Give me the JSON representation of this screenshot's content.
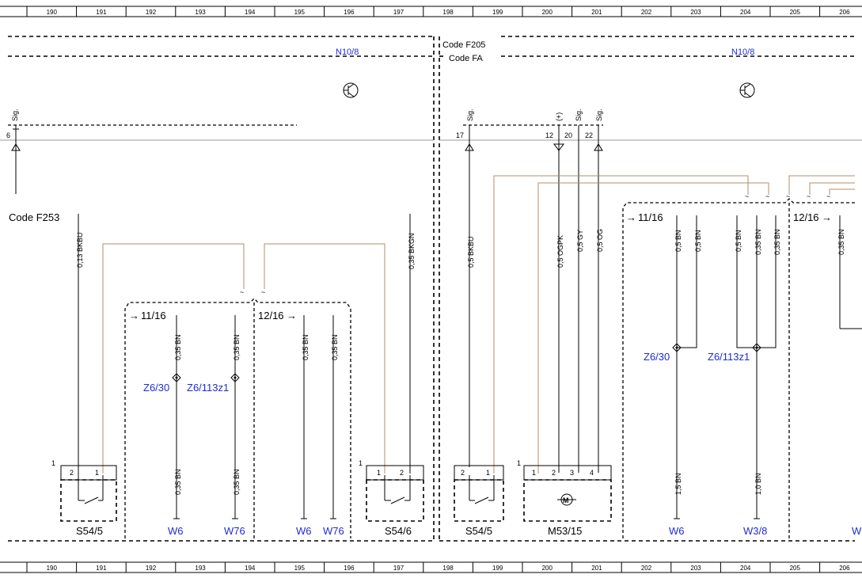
{
  "ruler_numbers": [
    "190",
    "191",
    "192",
    "193",
    "194",
    "195",
    "196",
    "197",
    "198",
    "199",
    "200",
    "201",
    "202",
    "203",
    "204",
    "205",
    "206"
  ],
  "codes": {
    "f205": "Code F205",
    "fa": "Code FA",
    "f253": "Code F253"
  },
  "modules": {
    "left": "N10/8",
    "right": "N10/8"
  },
  "pins": {
    "p6": "6",
    "p17": "17",
    "p12": "12",
    "p20": "20",
    "p22": "22",
    "sig": "Sig.",
    "plus": "(+)"
  },
  "wires": {
    "bkbu013": "0,13 BKBU",
    "bkgn035": "0,35 BKGN",
    "bkbu05": "0,5 BKBU",
    "ogpk05": "0,5 OGPK",
    "gy05": "0,5 GY",
    "og05": "0,5 OG",
    "bn035": "0,35 BN",
    "bn05": "0,5 BN",
    "bn15": "1,5 BN",
    "bn10": "1,0 BN"
  },
  "branch_refs": {
    "r1116a": "11/16",
    "r1216a": "12/16",
    "r1116b": "11/16",
    "r1216b": "12/16"
  },
  "splices": {
    "z630a": "Z6/30",
    "z6113a": "Z6/113z1",
    "z630b": "Z6/30",
    "z6113b": "Z6/113z1"
  },
  "connector_pins": {
    "one": "1",
    "two": "2",
    "three": "3",
    "four": "4"
  },
  "components": {
    "s545a": "S54/5",
    "s546": "S54/6",
    "s545b": "S54/5",
    "m5315": "M53/15"
  },
  "grounds": {
    "w6a": "W6",
    "w76a": "W76",
    "w6b": "W6",
    "w76b": "W76",
    "w6c": "W6",
    "w38": "W3/8",
    "wcut": "W"
  },
  "colors": {
    "wire": "#000000",
    "shield": "#b38d6a",
    "link": "#1f2bd6"
  }
}
